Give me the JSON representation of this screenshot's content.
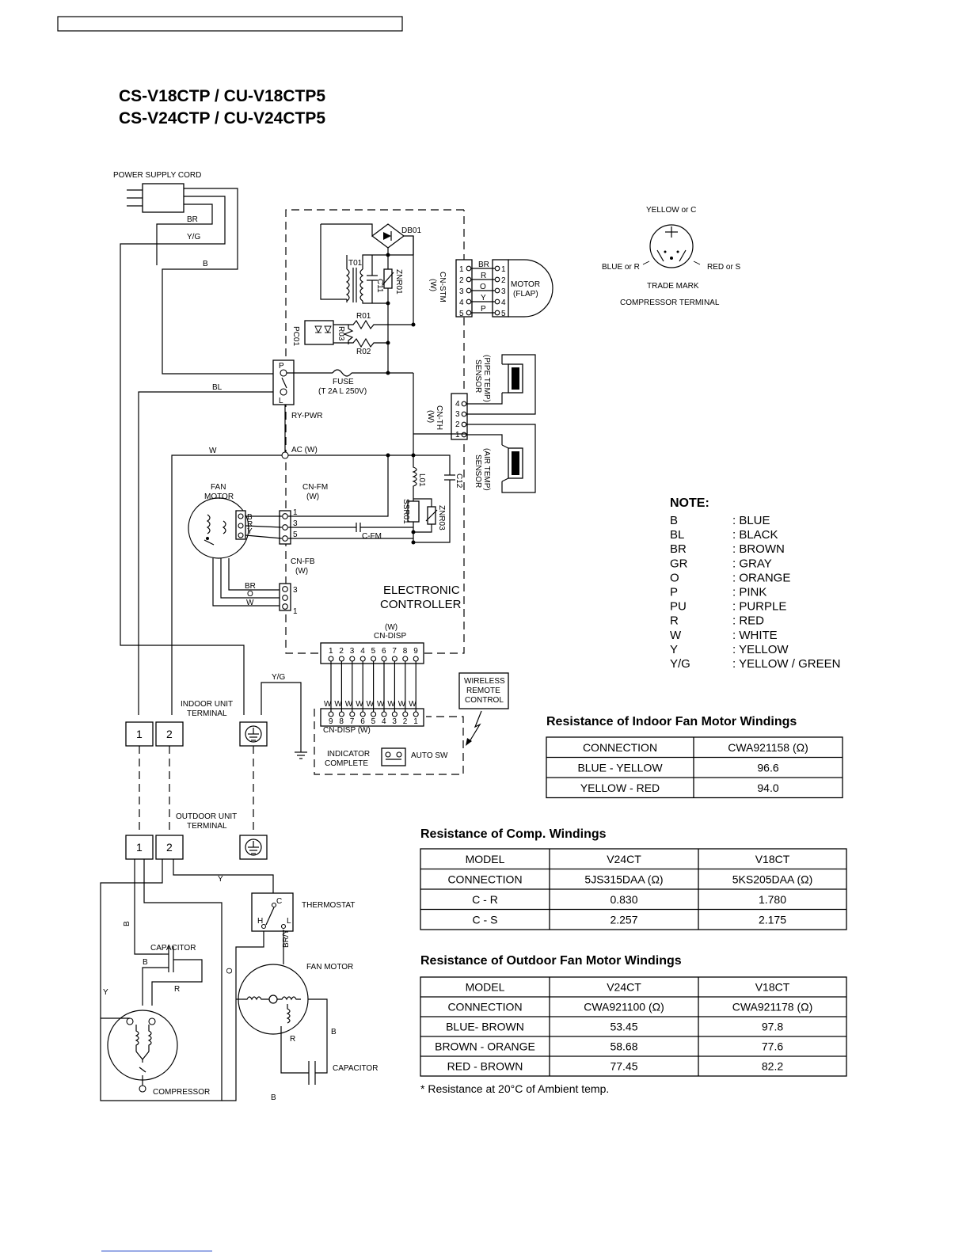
{
  "title": [
    "CS-V18CTP / CU-V18CTP5",
    "CS-V24CTP / CU-V24CTP5"
  ],
  "labels": {
    "power_supply_cord": "POWER SUPPLY CORD",
    "br": "BR",
    "yg": "Y/G",
    "b": "B",
    "bl": "BL",
    "w": "W",
    "y": "Y",
    "o": "O",
    "r": "R",
    "bry": "BR/Y",
    "db01": "DB01",
    "t01": "T01",
    "c11": "C11",
    "znr01": "ZNR01",
    "r01": "R01",
    "r02": "R02",
    "r03": "R03",
    "pc01": "PC01",
    "fuse": "FUSE",
    "fuse_rating": "(T 2A L 250V)",
    "ry_pwr": "RY-PWR",
    "p": "P",
    "l": "L",
    "ac_w": "AC (W)",
    "cn_fm": "CN-FM",
    "w_paren": "(W)",
    "fan_motor": [
      "FAN",
      "MOTOR"
    ],
    "c_fm": "C-FM",
    "l01": "L01",
    "ssr01": "SSR01",
    "znr03": "ZNR03",
    "c12": "C12",
    "cn_fb": "CN-FB",
    "electronic_controller": [
      "ELECTRONIC",
      "CONTROLLER"
    ],
    "cn_disp": "CN-DISP",
    "cn_disp_w": "CN-DISP (W)",
    "cn_stm": "CN-STM",
    "motor_flap": [
      "MOTOR",
      "(FLAP)"
    ],
    "pipe_temp_sensor": [
      "(PIPE TEMP)",
      "SENSOR"
    ],
    "air_temp_sensor": [
      "(AIR TEMP)",
      "SENSOR"
    ],
    "cn_th": "CN-TH",
    "wireless_remote_control": [
      "WIRELESS",
      "REMOTE",
      "CONTROL"
    ],
    "indicator_complete": [
      "INDICATOR",
      "COMPLETE"
    ],
    "auto_sw": "AUTO SW",
    "indoor_unit_terminal": [
      "INDOOR UNIT",
      "TERMINAL"
    ],
    "outdoor_unit_terminal": [
      "OUTDOOR UNIT",
      "TERMINAL"
    ],
    "terminal_1": "1",
    "terminal_2": "2",
    "capacitor": "CAPACITOR",
    "compressor": "COMPRESSOR",
    "thermostat": "THERMOSTAT",
    "outdoor_fan_motor": "FAN MOTOR",
    "h": "H",
    "c": "C",
    "yellow_or_c": "YELLOW or C",
    "blue_or_r": "BLUE or R",
    "red_or_s": "RED or S",
    "trade_mark": "TRADE MARK",
    "compressor_terminal": "COMPRESSOR TERMINAL",
    "stm_pins": [
      "1",
      "2",
      "3",
      "4",
      "5"
    ],
    "stm_colors": [
      "BR",
      "R",
      "O",
      "Y",
      "P"
    ],
    "th_pins": [
      "4",
      "3",
      "2",
      "1"
    ],
    "fm_pins": [
      "1",
      "3",
      "5"
    ],
    "fm_wire_letters": [
      "B",
      "R",
      "Y"
    ],
    "fb_pins": [
      "3",
      "1"
    ],
    "fb_wires": [
      "BR",
      "O",
      "W"
    ],
    "disp_pins_top": [
      "1",
      "2",
      "3",
      "4",
      "5",
      "6",
      "7",
      "8",
      "9"
    ],
    "disp_wires": [
      "W",
      "W",
      "W",
      "W",
      "W",
      "W",
      "W",
      "W",
      "W"
    ],
    "disp_pins_bottom": [
      "9",
      "8",
      "7",
      "6",
      "5",
      "4",
      "3",
      "2",
      "1"
    ]
  },
  "note": {
    "heading": "NOTE:",
    "items": [
      {
        "code": "B",
        "desc": ": BLUE"
      },
      {
        "code": "BL",
        "desc": ": BLACK"
      },
      {
        "code": "BR",
        "desc": ": BROWN"
      },
      {
        "code": "GR",
        "desc": ": GRAY"
      },
      {
        "code": "O",
        "desc": ": ORANGE"
      },
      {
        "code": "P",
        "desc": ": PINK"
      },
      {
        "code": "PU",
        "desc": ": PURPLE"
      },
      {
        "code": "R",
        "desc": ": RED"
      },
      {
        "code": "W",
        "desc": ": WHITE"
      },
      {
        "code": "Y",
        "desc": ": YELLOW"
      },
      {
        "code": "Y/G",
        "desc": ": YELLOW / GREEN"
      }
    ]
  },
  "indoor_fan_table": {
    "title": "Resistance of Indoor Fan Motor Windings",
    "rows": [
      [
        "CONNECTION",
        "CWA921158 (Ω)"
      ],
      [
        "BLUE - YELLOW",
        "96.6"
      ],
      [
        "YELLOW - RED",
        "94.0"
      ]
    ]
  },
  "comp_table": {
    "title": "Resistance of Comp. Windings",
    "rows": [
      [
        "MODEL",
        "V24CT",
        "V18CT"
      ],
      [
        "CONNECTION",
        "5JS315DAA (Ω)",
        "5KS205DAA (Ω)"
      ],
      [
        "C - R",
        "0.830",
        "1.780"
      ],
      [
        "C - S",
        "2.257",
        "2.175"
      ]
    ]
  },
  "outdoor_fan_table": {
    "title": "Resistance of Outdoor Fan Motor Windings",
    "rows": [
      [
        "MODEL",
        "V24CT",
        "V18CT"
      ],
      [
        "CONNECTION",
        "CWA921100 (Ω)",
        "CWA921178 (Ω)"
      ],
      [
        "BLUE- BROWN",
        "53.45",
        "97.8"
      ],
      [
        "BROWN - ORANGE",
        "58.68",
        "77.6"
      ],
      [
        "RED - BROWN",
        "77.45",
        "82.2"
      ]
    ]
  },
  "footnote": "* Resistance at 20°C of Ambient temp."
}
